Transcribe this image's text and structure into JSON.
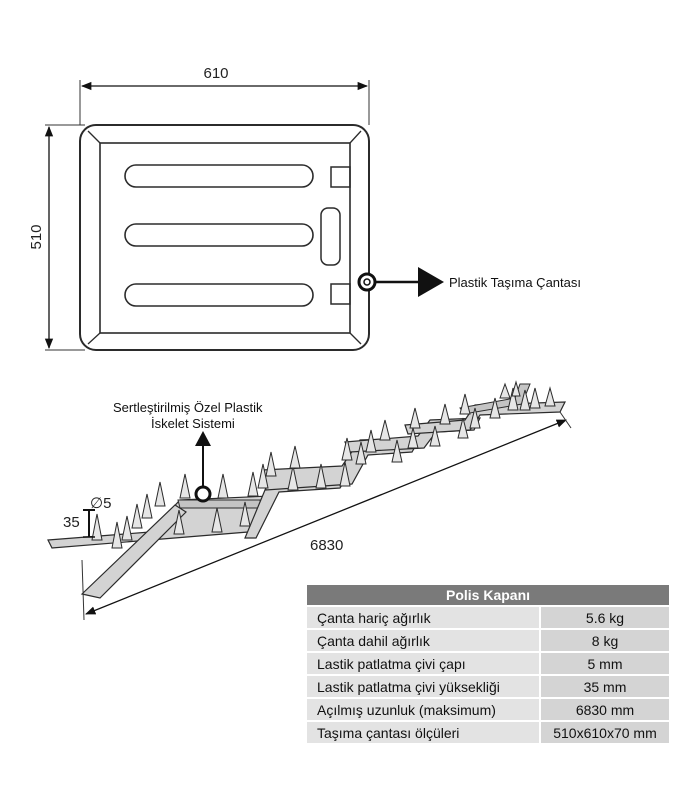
{
  "dimensions": {
    "width": "610",
    "height": "510",
    "length": "6830",
    "spike_diameter": "∅5",
    "spike_height": "35"
  },
  "callouts": {
    "bag": "Plastik Taşıma Çantası",
    "skeleton_line1": "Sertleştirilmiş Özel Plastik",
    "skeleton_line2": "İskelet Sistemi"
  },
  "table": {
    "title": "Polis Kapanı",
    "rows": [
      {
        "label": "Çanta hariç ağırlık",
        "value": "5.6 kg"
      },
      {
        "label": "Çanta dahil ağırlık",
        "value": "8 kg"
      },
      {
        "label": "Lastik patlatma çivi çapı",
        "value": "5 mm"
      },
      {
        "label": "Lastik patlatma çivi yüksekliği",
        "value": "35 mm"
      },
      {
        "label": "Açılmış uzunluk (maksimum)",
        "value": "6830 mm"
      },
      {
        "label": "Taşıma çantası ölçüleri",
        "value": "510x610x70 mm"
      }
    ]
  },
  "colors": {
    "line": "#2b2b2b",
    "plastic_fill": "#d3d3d3",
    "table_header": "#7a7a7a",
    "table_label_bg": "#e3e3e3",
    "table_value_bg": "#d4d4d4"
  }
}
